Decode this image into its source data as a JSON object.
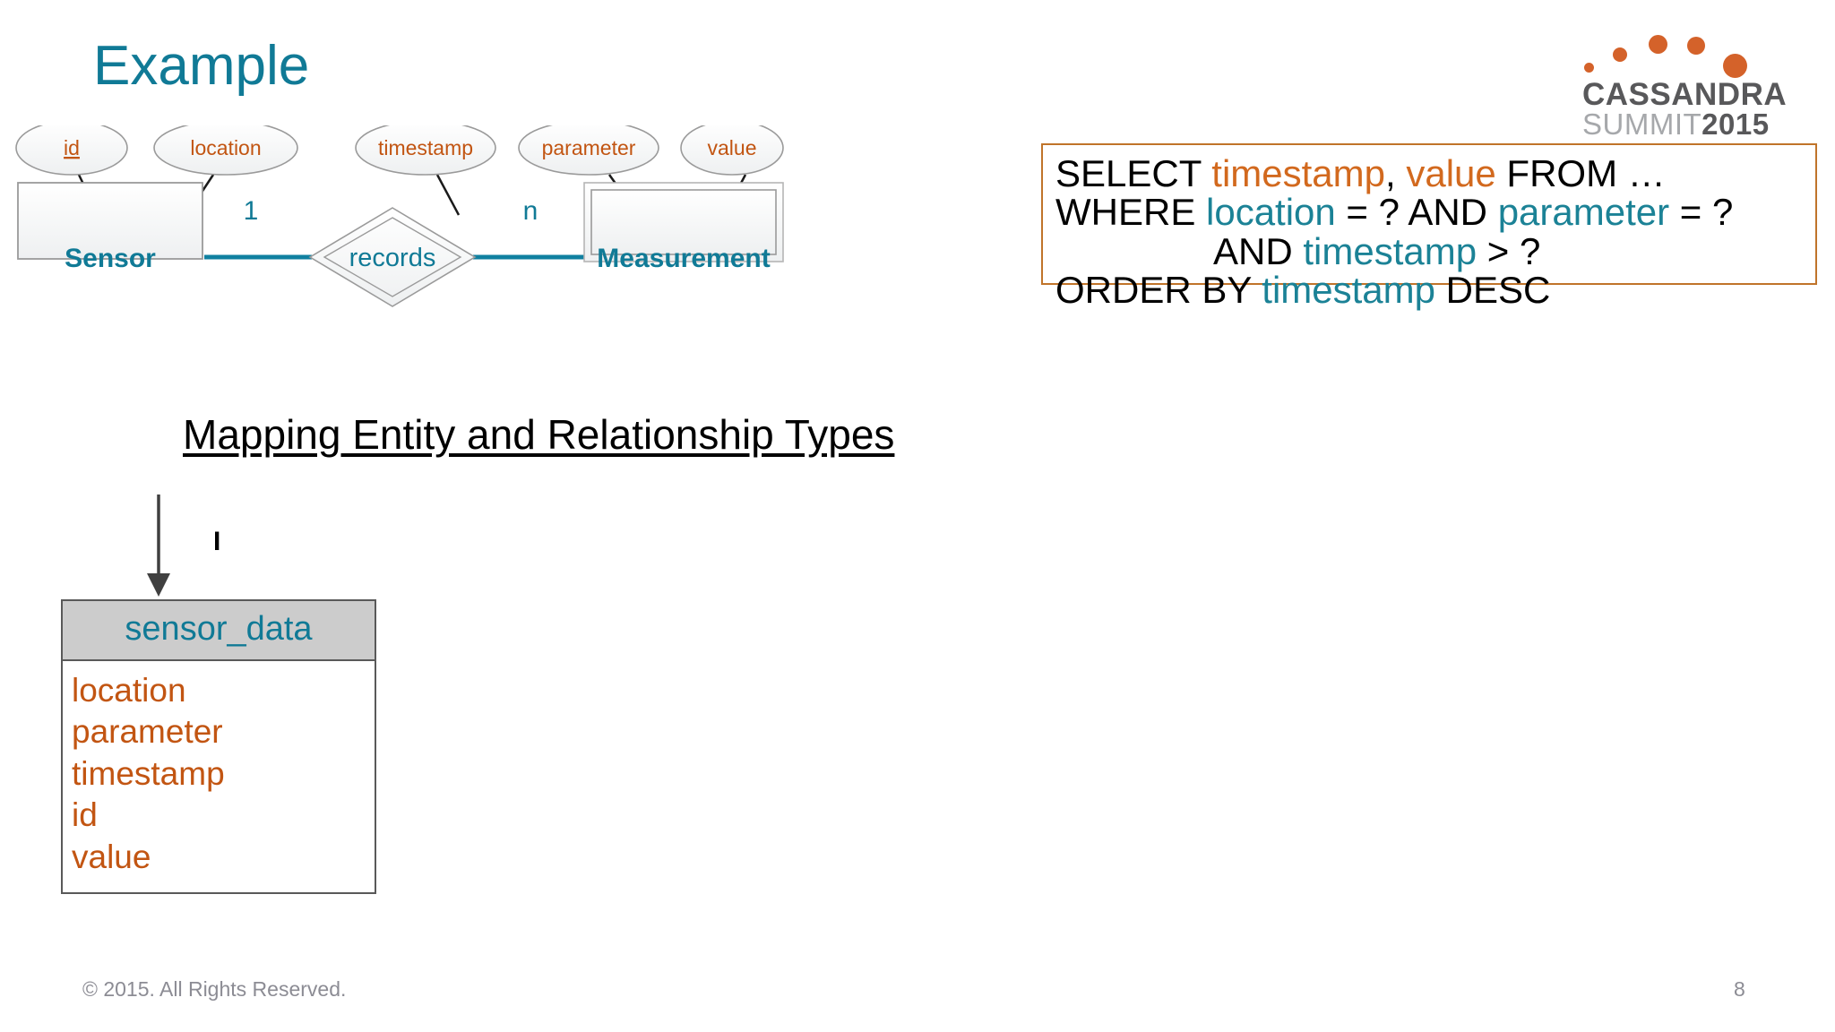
{
  "slide": {
    "title": "Example",
    "page_number": "8",
    "copyright": "© 2015. All Rights Reserved."
  },
  "logo": {
    "name_line": "CASSANDRA",
    "summit_word": "SUMMIT",
    "year": "2015",
    "dot_color": "#d4622a",
    "text_color": "#58585a"
  },
  "colors": {
    "title_teal": "#107a96",
    "attribute_orange": "#c25512",
    "keyword_black": "#000000",
    "sql_border": "#c0742a",
    "header_grey": "#cccccc"
  },
  "er_diagram": {
    "attributes": [
      {
        "label": "id",
        "key": true
      },
      {
        "label": "location",
        "key": false
      },
      {
        "label": "timestamp",
        "key": false
      },
      {
        "label": "parameter",
        "key": false
      },
      {
        "label": "value",
        "key": false
      }
    ],
    "entities": [
      {
        "label": "Sensor",
        "weak": false
      },
      {
        "label": "Measurement",
        "weak": true
      }
    ],
    "relationship": {
      "label": "records",
      "identifying": true
    },
    "cardinality_left": "1",
    "cardinality_right": "n"
  },
  "sql": {
    "line1": {
      "kw1": "SELECT ",
      "col1": "timestamp",
      "sep": ", ",
      "col2": "value",
      "kw2": " FROM …"
    },
    "line2": {
      "kw1": "WHERE ",
      "col1": "location",
      "kw2": " = ? AND ",
      "col2": "parameter",
      "kw3": " = ?"
    },
    "line3": {
      "kw1": "AND ",
      "col1": "timestamp",
      "kw2": " > ?"
    },
    "line4": {
      "kw1": "ORDER BY ",
      "col1": "timestamp",
      "kw2": " DESC"
    }
  },
  "mapping": {
    "heading": "Mapping Entity and Relationship Types",
    "arrow_annotation": "I"
  },
  "sensor_data": {
    "table_name": "sensor_data",
    "columns": [
      "location",
      "parameter",
      "timestamp",
      "id",
      "value"
    ]
  }
}
